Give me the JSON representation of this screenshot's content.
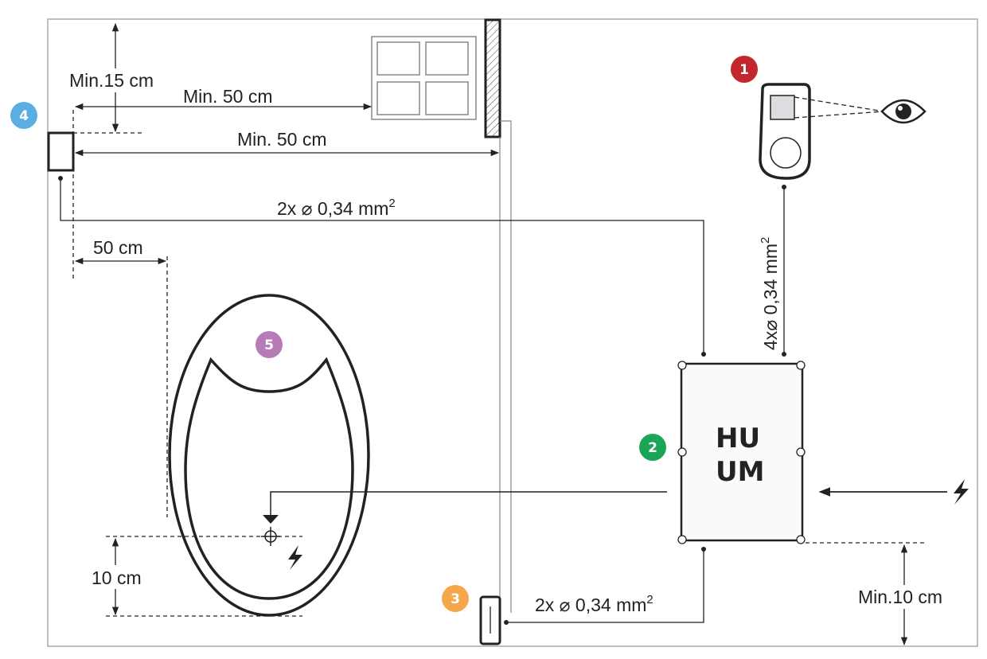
{
  "badges": [
    {
      "number": "1",
      "color": "#c1272d",
      "meaning": "controller"
    },
    {
      "number": "2",
      "color": "#1ba557",
      "meaning": "power-unit"
    },
    {
      "number": "3",
      "color": "#f5a84a",
      "meaning": "door-sensor"
    },
    {
      "number": "4",
      "color": "#5aaee2",
      "meaning": "temperature-sensor"
    },
    {
      "number": "5",
      "color": "#b77bb7",
      "meaning": "heater"
    }
  ],
  "labels": {
    "min15": "Min.15 cm",
    "min50_window": "Min. 50 cm",
    "min50_wall": "Min. 50 cm",
    "cable_sensor": "2x  ⌀  0,34 mm",
    "cable_sensor_sup": "2",
    "cable_controller": "4x⌀   0,34 mm",
    "cable_controller_sup": "2",
    "cable_door": "2x  ⌀  0,34 mm",
    "cable_door_sup": "2",
    "dist50": "50 cm",
    "dist10": "10 cm",
    "min10": "Min.10 cm"
  },
  "logo": {
    "line1": "HU",
    "line2": "UM"
  },
  "icons": [
    "eye-icon",
    "lightning-icon",
    "crosshair-icon",
    "screw-icon"
  ]
}
